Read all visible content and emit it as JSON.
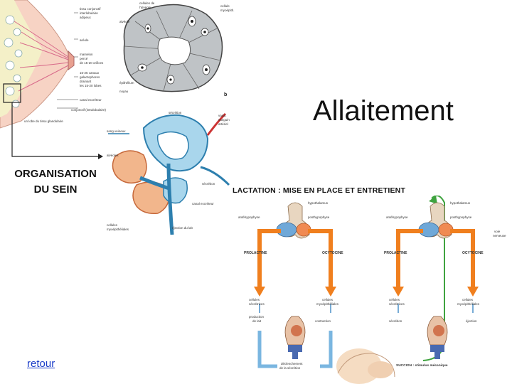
{
  "title": "Allaitement",
  "organisation_label": [
    "ORGANISATION",
    "DU SEIN"
  ],
  "retour_link": "retour",
  "breast_labels": {
    "tissue_conj": [
      "tissu conjonctif",
      "interlobulaire",
      "adipeux"
    ],
    "areole": "aréole",
    "mamelon": [
      "mamelon",
      "percé",
      "de 15-20 orifices"
    ],
    "canaux": [
      "15-25 canaux",
      "galactophores",
      "drainant",
      "les 15-20 lobes"
    ],
    "canal": "canal excréteur",
    "conj": "conjonctif (intralobulaire)",
    "lobe": "un lobe du tissu glandulaire"
  },
  "section_labels": {
    "cell_alv": [
      "cellules de",
      "l'alvéole"
    ],
    "alveole": "alvéole",
    "epith": "épithélium",
    "noyau": "noyau",
    "cell_myo": [
      "cellule",
      "myoépith."
    ],
    "b": "b"
  },
  "lobule_labels": {
    "secretion": "sécrétion",
    "vaisseau": [
      "vaiss.",
      "sanguin",
      "artériel"
    ],
    "sang": "sang veineux",
    "alveoles": "alvéoles",
    "secretion2": "sécrétion",
    "canal": "canal excréteur",
    "cellules": [
      "cellules",
      "myoépithéliales"
    ],
    "ejection": "éjection du lait"
  },
  "lactation": {
    "title": "LACTATION : MISE EN PLACE ET ENTRETIENT",
    "hypothalamus": "hypothalamus",
    "adenohypophyse": "antéhypophyse",
    "posthypophyse": "posthypophyse",
    "prolactine": "PROLACTINE",
    "ocytocine": "OCYTOCINE",
    "cellules_secretrices": [
      "cellules",
      "sécrétrices"
    ],
    "cellules_myo": [
      "cellules",
      "myoépithéliales"
    ],
    "production": [
      "production",
      "de lait"
    ],
    "contraction": "contraction",
    "secretion": "sécrétion",
    "ejection": "éjection",
    "declenchement": [
      "déclenchement",
      "de la sécrétion"
    ],
    "succion": "SUCCION : stimulus mécanique",
    "voie": [
      "voie",
      "nerveuse"
    ]
  }
}
